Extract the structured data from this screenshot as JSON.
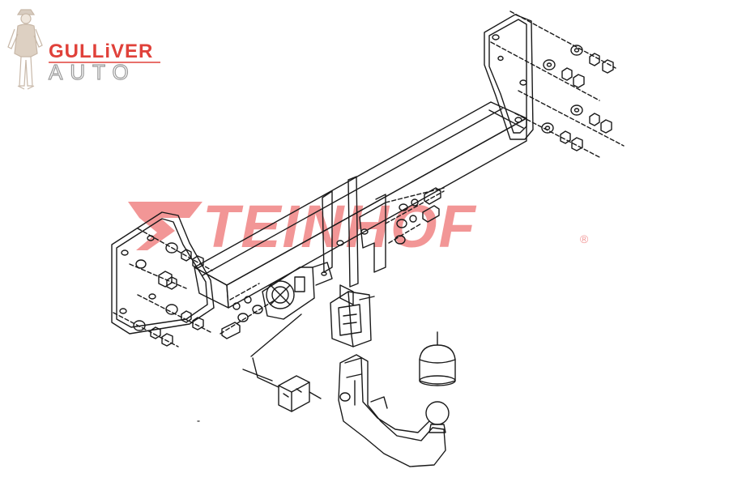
{
  "brand": {
    "logo_top": "GULLiVER",
    "logo_bottom": "AUTO",
    "accent_color": "#e0413a"
  },
  "watermark": {
    "text": "TEINHOF",
    "registered_mark": "®",
    "color": "#e84040"
  },
  "diagram": {
    "icons": [
      "tow-bar-crossbeam",
      "mounting-bracket-left",
      "mounting-bracket-right",
      "bolt-set",
      "washer-set",
      "nut-set",
      "electrical-socket",
      "wiring-connector",
      "ball-receiver",
      "detachable-tow-ball",
      "ball-cap"
    ]
  }
}
